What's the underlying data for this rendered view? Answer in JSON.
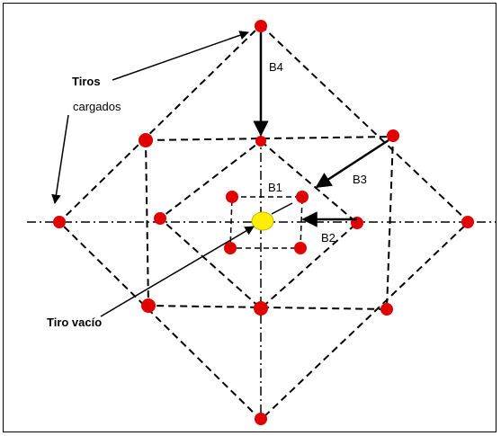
{
  "labels": {
    "tiros_cargados_line1": "Tiros",
    "tiros_cargados_line2": "cargados",
    "tiro_vacio": "Tiro vacío",
    "b1": "B1",
    "b2": "B2",
    "b3": "B3",
    "b4": "B4"
  },
  "colors": {
    "charged_hole": "#e00000",
    "empty_hole": "#ffee00",
    "lines": "#000000"
  }
}
